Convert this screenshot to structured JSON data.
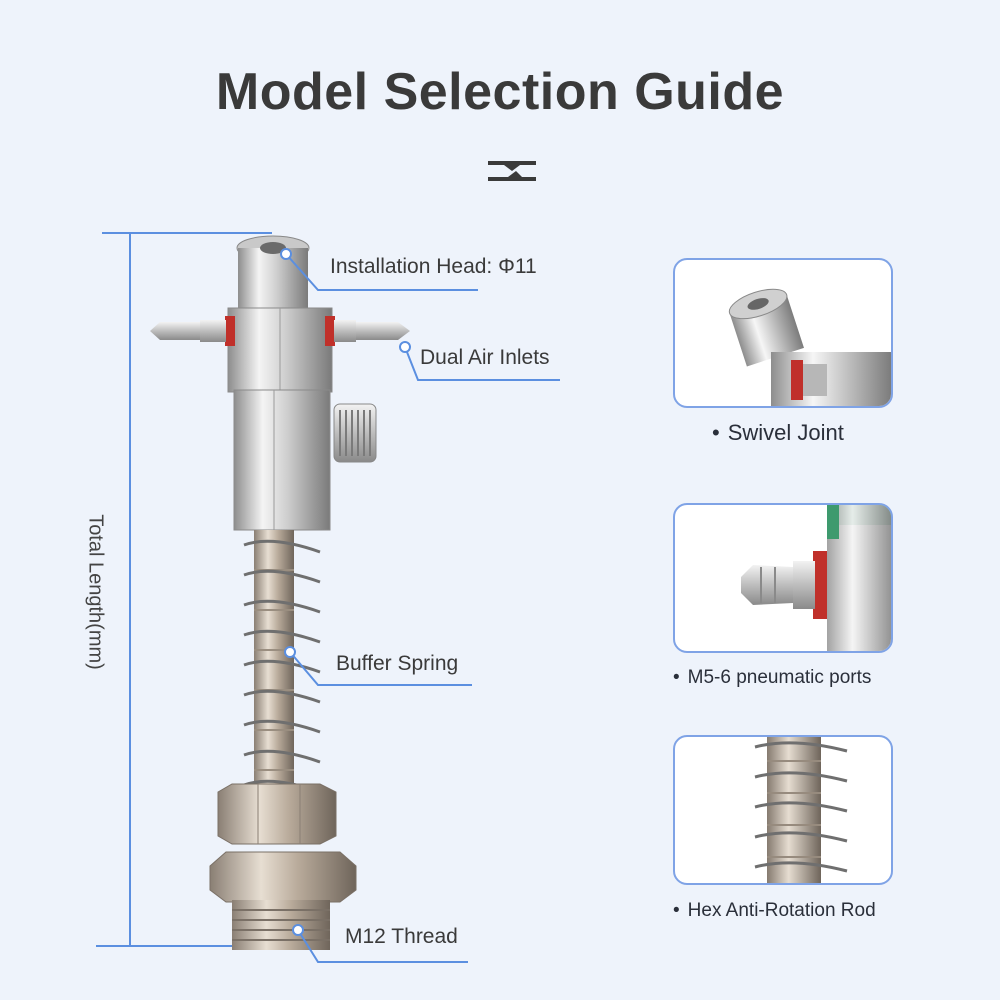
{
  "title": "Model Selection Guide",
  "dimension": {
    "label": "Total Length(mm)"
  },
  "callouts": {
    "installation_head": "Installation Head: Φ11",
    "dual_air_inlets": "Dual Air Inlets",
    "buffer_spring": "Buffer Spring",
    "thread": "M12 Thread"
  },
  "features": [
    {
      "caption": "Swivel Joint",
      "bullet": "•"
    },
    {
      "caption": "M5-6 pneumatic ports",
      "bullet": "•"
    },
    {
      "caption": "Hex Anti-Rotation Rod",
      "bullet": "•"
    }
  ],
  "colors": {
    "accent": "#5b8fe0",
    "card_border": "#7fa3e6",
    "background": "#eef3fb",
    "seal_red": "#c0302a"
  }
}
